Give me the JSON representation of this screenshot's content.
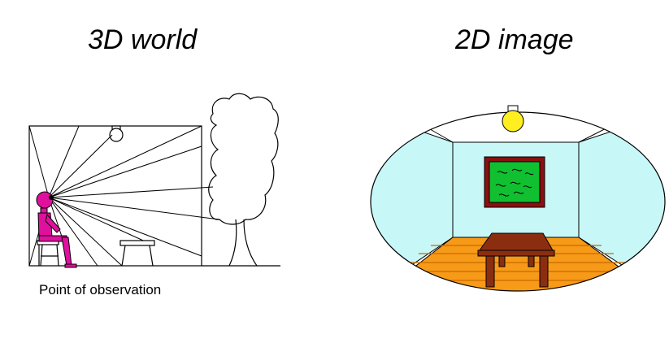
{
  "left_panel": {
    "title": "3D world",
    "caption": "Point of observation"
  },
  "right_panel": {
    "title": "2D image"
  },
  "colors": {
    "observer": "#e0109e",
    "wall_light_blue": "#c8f7f7",
    "floor_orange": "#f79a18",
    "floor_lines": "#c86a00",
    "table_brown": "#8b2e10",
    "picture_frame": "#8b1010",
    "picture_green": "#10c030",
    "lamp_yellow": "#ffef20"
  },
  "icons": [
    "observer-figure",
    "chair",
    "bench",
    "tree",
    "lamp",
    "table",
    "framed-picture"
  ]
}
